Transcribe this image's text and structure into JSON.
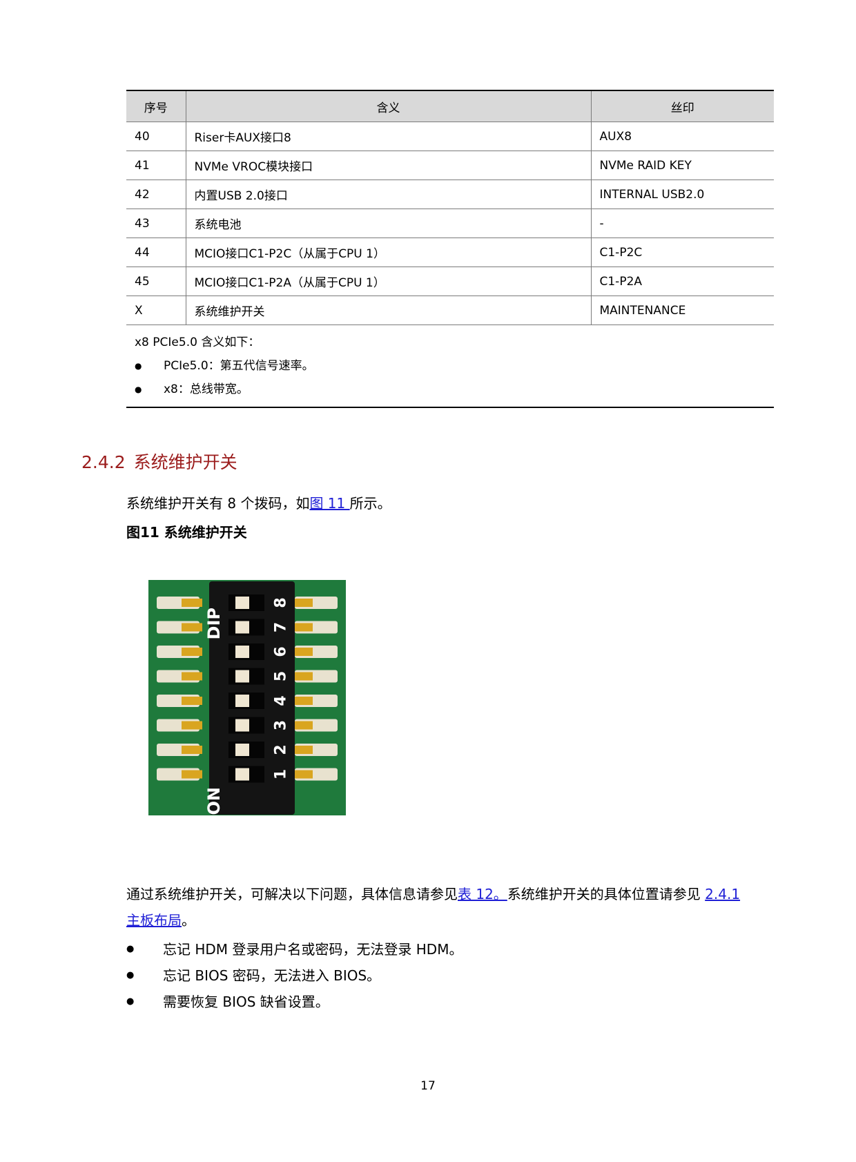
{
  "table": {
    "headers": [
      "序号",
      "含义",
      "丝印"
    ],
    "rows": [
      [
        "40",
        "Riser卡AUX接口8",
        "AUX8"
      ],
      [
        "41",
        "NVMe VROC模块接口",
        "NVMe RAID KEY"
      ],
      [
        "42",
        "内置USB 2.0接口",
        "INTERNAL USB2.0"
      ],
      [
        "43",
        "系统电池",
        "-"
      ],
      [
        "44",
        "MCIO接口C1-P2C（从属于CPU 1）",
        "C1-P2C"
      ],
      [
        "45",
        "MCIO接口C1-P2A（从属于CPU 1）",
        "C1-P2A"
      ],
      [
        "X",
        "系统维护开关",
        "MAINTENANCE"
      ]
    ],
    "note": {
      "intro": "x8 PCIe5.0 含义如下：",
      "items": [
        "PCIe5.0：第五代信号速率。",
        "x8：总线带宽。"
      ]
    }
  },
  "section": {
    "number": "2.4.2",
    "title": "系统维护开关"
  },
  "para1": {
    "before": "系统维护开关有 8 个拨码，如",
    "link": "图 11 ",
    "after": "所示。"
  },
  "figure_caption": "图11 系统维护开关",
  "photo": {
    "pcb_color": "#1f7a3c",
    "switch_body_color": "#141414",
    "label_dip": "DIP",
    "label_on": "ON",
    "switch_numbers": [
      "8",
      "7",
      "6",
      "5",
      "4",
      "3",
      "2",
      "1"
    ]
  },
  "para2": {
    "before": "通过系统维护开关，可解决以下问题，具体信息请参见",
    "link1": "表 12。",
    "middle": "系统维护开关的具体位置请参见 ",
    "link2a": "2.4.1",
    "link2b": "主板布局",
    "after": "。"
  },
  "bullets": [
    "忘记 HDM 登录用户名或密码，无法登录 HDM。",
    "忘记 BIOS 密码，无法进入 BIOS。",
    "需要恢复 BIOS 缺省设置。"
  ],
  "page_number": "17"
}
